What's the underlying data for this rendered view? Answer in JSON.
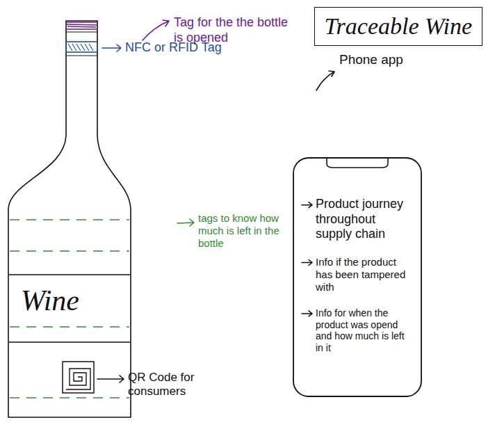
{
  "diagram": {
    "title": "Traceable Wine",
    "nodes": [
      {
        "text": [
          "Wine"
        ]
      },
      {
        "text": [
          "Phone app",
          "Product journey throughout supply chain",
          "Info if the product has been tampered with",
          "Info for when the product was opend and how much is left in it"
        ]
      }
    ],
    "labels": [
      "Tag for the the bottle is opened",
      "NFC or RFID Tag",
      "tags to know how much is left in the bottle",
      "QR Code for consumers"
    ]
  }
}
